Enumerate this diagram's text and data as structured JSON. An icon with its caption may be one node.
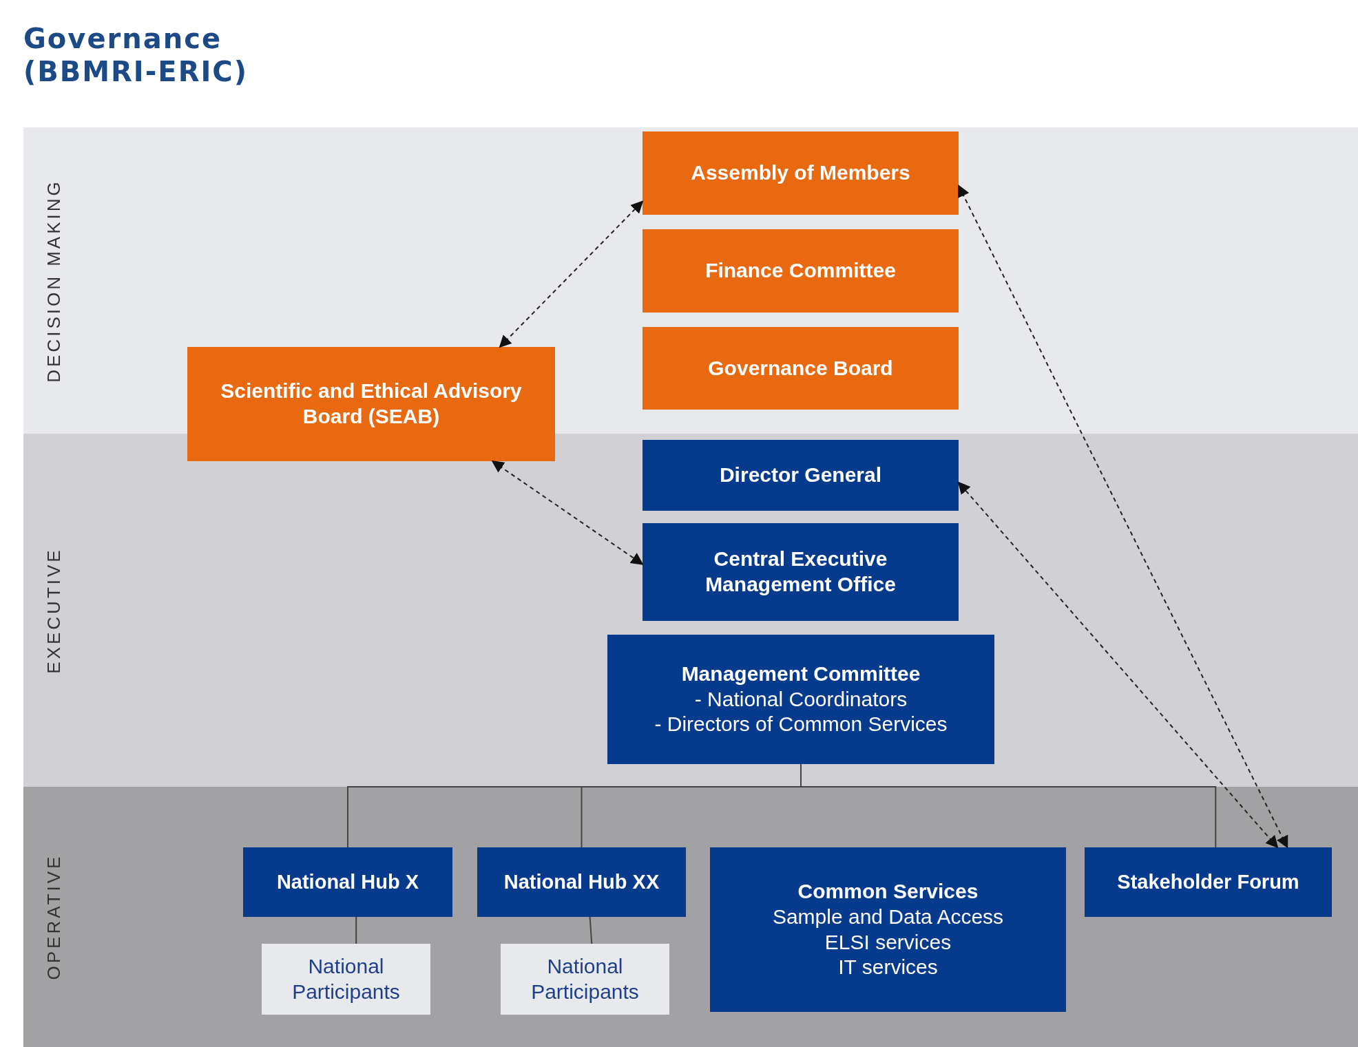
{
  "diagram": {
    "title": "Governance (BBMRI-ERIC)",
    "nodes": [
      {
        "text": [
          "DECISION MAKING"
        ]
      },
      {
        "text": [
          "EXECUTIVE"
        ]
      },
      {
        "text": [
          "OPERATIVE"
        ]
      },
      {
        "text": [
          "Scientific and Ethical Advisory Board (SEAB)"
        ]
      },
      {
        "text": [
          "Assembly of Members"
        ],
        "in": 0
      },
      {
        "text": [
          "Finance Committee"
        ],
        "in": 0
      },
      {
        "text": [
          "Governance Board"
        ],
        "in": 0
      },
      {
        "text": [
          "Director General"
        ],
        "in": 1
      },
      {
        "text": [
          "Central Executive Management Office"
        ],
        "in": 1
      },
      {
        "text": [
          "Management Committee",
          "- National Coordinators",
          "- Directors of Common Services"
        ],
        "in": 1
      },
      {
        "text": [
          "National Hub X"
        ],
        "in": 2
      },
      {
        "text": [
          "National Hub XX"
        ],
        "in": 2
      },
      {
        "text": [
          "Common Services",
          "Sample and Data Access",
          "ELSI services",
          "IT services"
        ],
        "in": 2
      },
      {
        "text": [
          "Stakeholder Forum"
        ],
        "in": 2
      },
      {
        "text": [
          "National Participants"
        ],
        "in": 2
      },
      {
        "text": [
          "National Participants"
        ],
        "in": 2
      }
    ],
    "edges": [
      {
        "from": 3,
        "to": 4,
        "arrow": "both",
        "style": "dashed"
      },
      {
        "from": 3,
        "to": 8,
        "arrow": "both",
        "style": "dashed"
      },
      {
        "from": 13,
        "to": 4,
        "arrow": "both",
        "style": "dashed"
      },
      {
        "from": 13,
        "to": 7,
        "arrow": "both",
        "style": "dashed"
      },
      {
        "from": 9,
        "to": 10,
        "arrow": "none"
      },
      {
        "from": 9,
        "to": 11,
        "arrow": "none"
      },
      {
        "from": 9,
        "to": 13,
        "arrow": "none"
      },
      {
        "from": 10,
        "to": 14,
        "arrow": "none"
      },
      {
        "from": 11,
        "to": 15,
        "arrow": "none"
      }
    ]
  }
}
